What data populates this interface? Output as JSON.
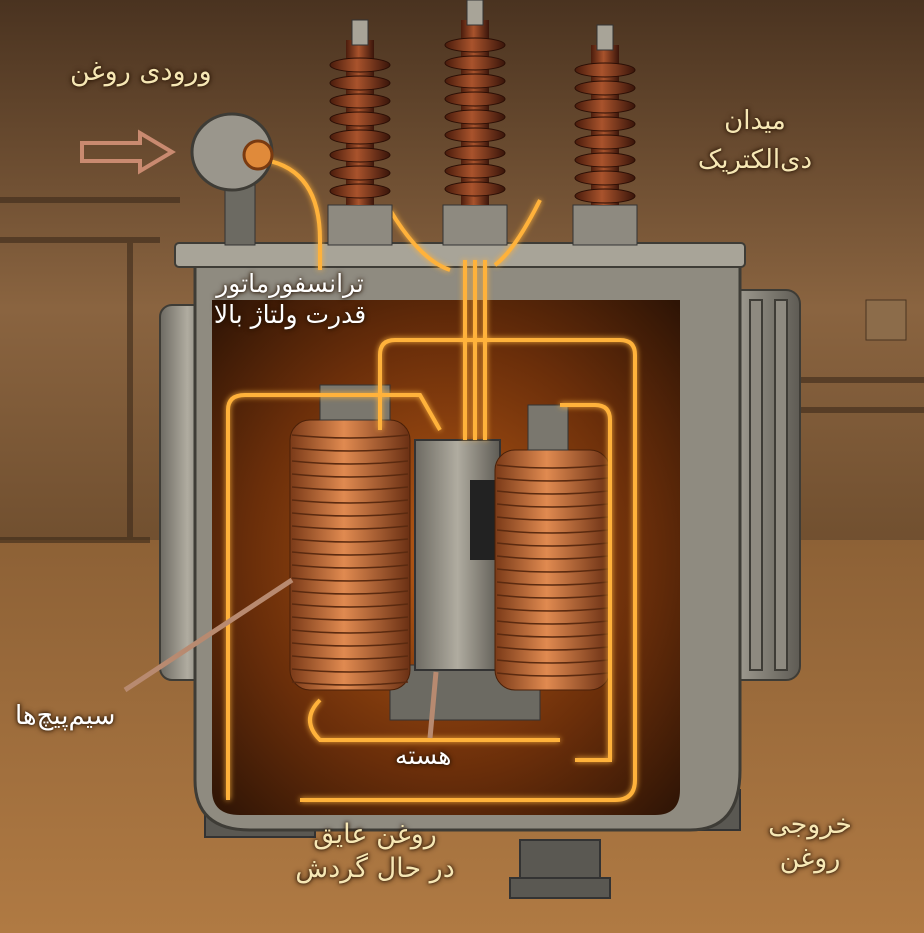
{
  "labels": {
    "oil_inlet": "ورودی روغن",
    "dielectric_field": [
      "میدان",
      "دی‌الکتریک"
    ],
    "transformer_title": [
      "ترانسفورماتور",
      "قدرت ولتاژ بالا"
    ],
    "windings": "سیم‌پیچ‌ها",
    "core": "هسته",
    "circulating_oil": [
      "روغن عایق",
      "در حال گردش"
    ],
    "oil_outlet": [
      "خروجی",
      "روغن"
    ]
  },
  "colors": {
    "label_text": "#f6e7b4",
    "glow": "#ffb23a",
    "copper": "#c46a35",
    "steel": "#8e8a80"
  }
}
